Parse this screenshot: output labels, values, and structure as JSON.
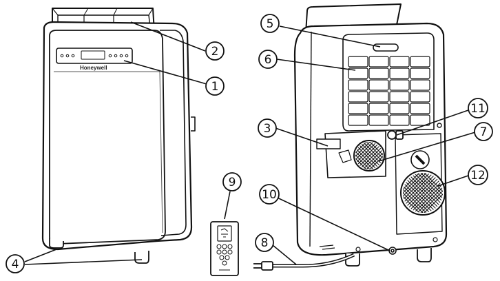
{
  "brand": "Honeywell",
  "callouts": [
    {
      "id": "1",
      "label": "1"
    },
    {
      "id": "2",
      "label": "2"
    },
    {
      "id": "3",
      "label": "3"
    },
    {
      "id": "4",
      "label": "4"
    },
    {
      "id": "5",
      "label": "5"
    },
    {
      "id": "6",
      "label": "6"
    },
    {
      "id": "7",
      "label": "7"
    },
    {
      "id": "8",
      "label": "8"
    },
    {
      "id": "9",
      "label": "9"
    },
    {
      "id": "10",
      "label": "10"
    },
    {
      "id": "11",
      "label": "11"
    },
    {
      "id": "12",
      "label": "12"
    }
  ]
}
